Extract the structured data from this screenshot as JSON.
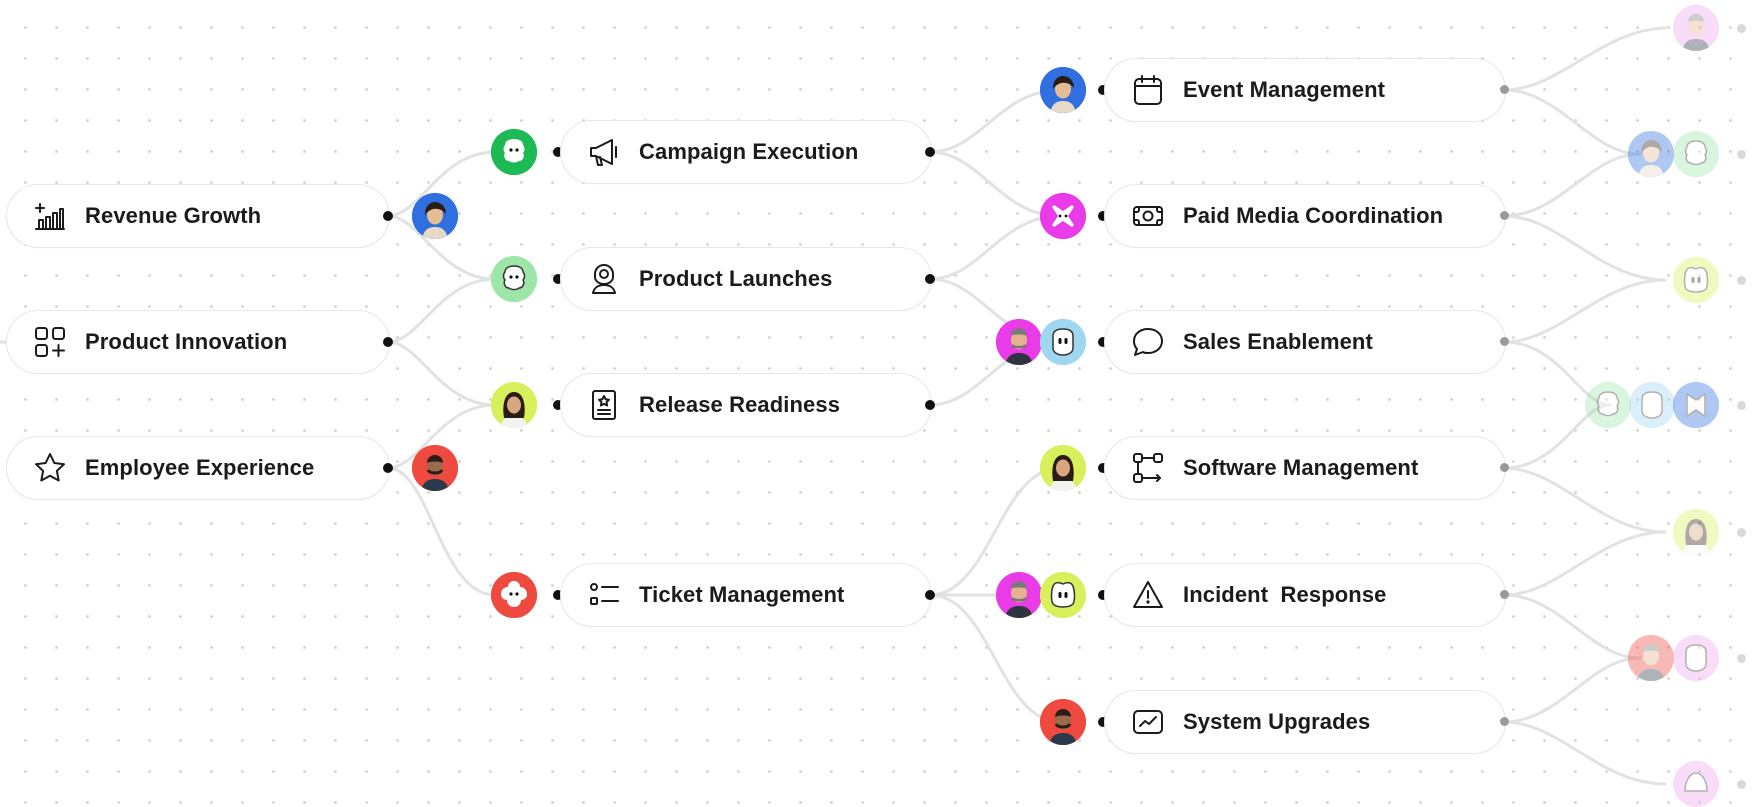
{
  "colors": {
    "line": "#e2e2e2",
    "node_border": "#e7e7e7",
    "green": "#1db954",
    "light_green": "#9ee6a7",
    "magenta": "#e93ce8",
    "lime": "#d8f05b",
    "red": "#ef4a3f",
    "light_blue": "#9fd6f0",
    "blue": "#2f6fe0",
    "pink": "#f0a5ee"
  },
  "nodes": {
    "revenue_growth": "Revenue Growth",
    "product_innovation": "Product Innovation",
    "employee_experience": "Employee Experience",
    "campaign_execution": "Campaign Execution",
    "product_launches": "Product Launches",
    "release_readiness": "Release Readiness",
    "ticket_management": "Ticket Management",
    "event_management": "Event Management",
    "paid_media_coordination": "Paid Media Coordination",
    "sales_enablement": "Sales Enablement",
    "software_management": "Software Management",
    "incident_response": "Incident  Response",
    "system_upgrades": "System Upgrades"
  },
  "icons": {
    "revenue_growth": "bar-chart-plus-icon",
    "product_innovation": "grid-plus-icon",
    "employee_experience": "star-icon",
    "campaign_execution": "megaphone-icon",
    "product_launches": "user-badge-icon",
    "release_readiness": "clipboard-star-icon",
    "ticket_management": "list-icon",
    "event_management": "calendar-icon",
    "paid_media_coordination": "money-icon",
    "sales_enablement": "speech-bubble-icon",
    "software_management": "workflow-icon",
    "incident_response": "warning-icon",
    "system_upgrades": "trend-chart-icon"
  }
}
